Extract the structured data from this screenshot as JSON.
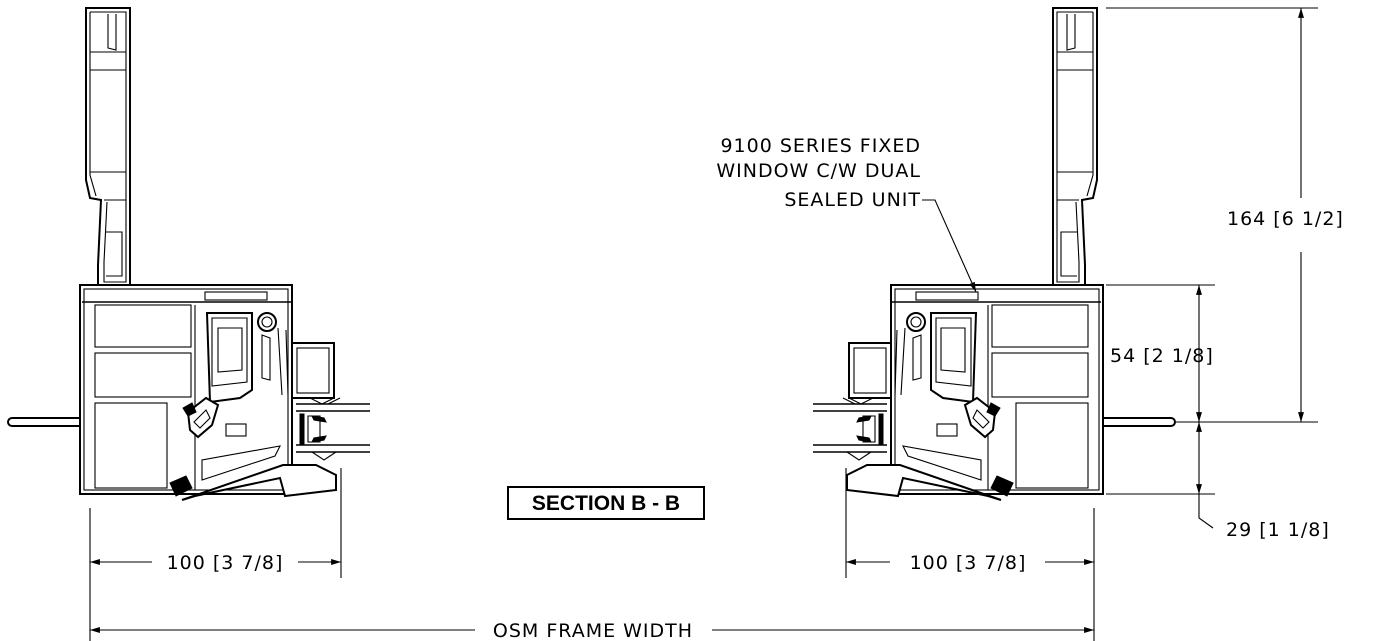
{
  "section_title": "SECTION B - B",
  "callout": {
    "line1": "9100 SERIES FIXED",
    "line2": "WINDOW C/W DUAL",
    "line3": "SEALED UNIT"
  },
  "dimensions": {
    "left_depth": "100 [3 7/8]",
    "right_depth": "100 [3 7/8]",
    "overall_height": "164 [6 1/2]",
    "middle_height": "54 [2 1/8]",
    "bottom_height": "29 [1 1/8]",
    "frame_width": "OSM FRAME WIDTH"
  }
}
